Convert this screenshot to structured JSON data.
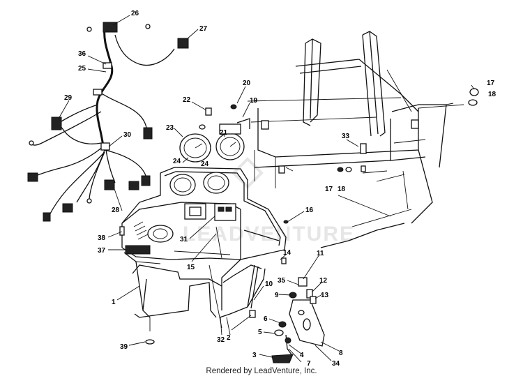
{
  "footer_text": "Rendered by LeadVenture, Inc.",
  "watermark": "LEADVENTURE",
  "callouts": [
    {
      "id": "c26",
      "text": "26"
    },
    {
      "id": "c27",
      "text": "27"
    },
    {
      "id": "c36",
      "text": "36"
    },
    {
      "id": "c25",
      "text": "25"
    },
    {
      "id": "c20",
      "text": "20"
    },
    {
      "id": "c22",
      "text": "22"
    },
    {
      "id": "c19",
      "text": "19"
    },
    {
      "id": "c29",
      "text": "29"
    },
    {
      "id": "c23",
      "text": "23"
    },
    {
      "id": "c21",
      "text": "21"
    },
    {
      "id": "c30",
      "text": "30"
    },
    {
      "id": "c24a",
      "text": "24"
    },
    {
      "id": "c24b",
      "text": "24"
    },
    {
      "id": "c33",
      "text": "33"
    },
    {
      "id": "c17a",
      "text": "17"
    },
    {
      "id": "c18a",
      "text": "18"
    },
    {
      "id": "c17b",
      "text": "17"
    },
    {
      "id": "c18b",
      "text": "18"
    },
    {
      "id": "c28",
      "text": "28"
    },
    {
      "id": "c16",
      "text": "16"
    },
    {
      "id": "c38",
      "text": "38"
    },
    {
      "id": "c31",
      "text": "31"
    },
    {
      "id": "c37",
      "text": "37"
    },
    {
      "id": "c15",
      "text": "15"
    },
    {
      "id": "c14",
      "text": "14"
    },
    {
      "id": "c11",
      "text": "11"
    },
    {
      "id": "c35",
      "text": "35"
    },
    {
      "id": "c12",
      "text": "12"
    },
    {
      "id": "c10",
      "text": "10"
    },
    {
      "id": "c9",
      "text": "9"
    },
    {
      "id": "c13",
      "text": "13"
    },
    {
      "id": "c1",
      "text": "1"
    },
    {
      "id": "c6",
      "text": "6"
    },
    {
      "id": "c5",
      "text": "5"
    },
    {
      "id": "c2",
      "text": "2"
    },
    {
      "id": "c32",
      "text": "32"
    },
    {
      "id": "c8",
      "text": "8"
    },
    {
      "id": "c39",
      "text": "39"
    },
    {
      "id": "c4",
      "text": "4"
    },
    {
      "id": "c7",
      "text": "7"
    },
    {
      "id": "c3",
      "text": "3"
    },
    {
      "id": "c34",
      "text": "34"
    }
  ]
}
